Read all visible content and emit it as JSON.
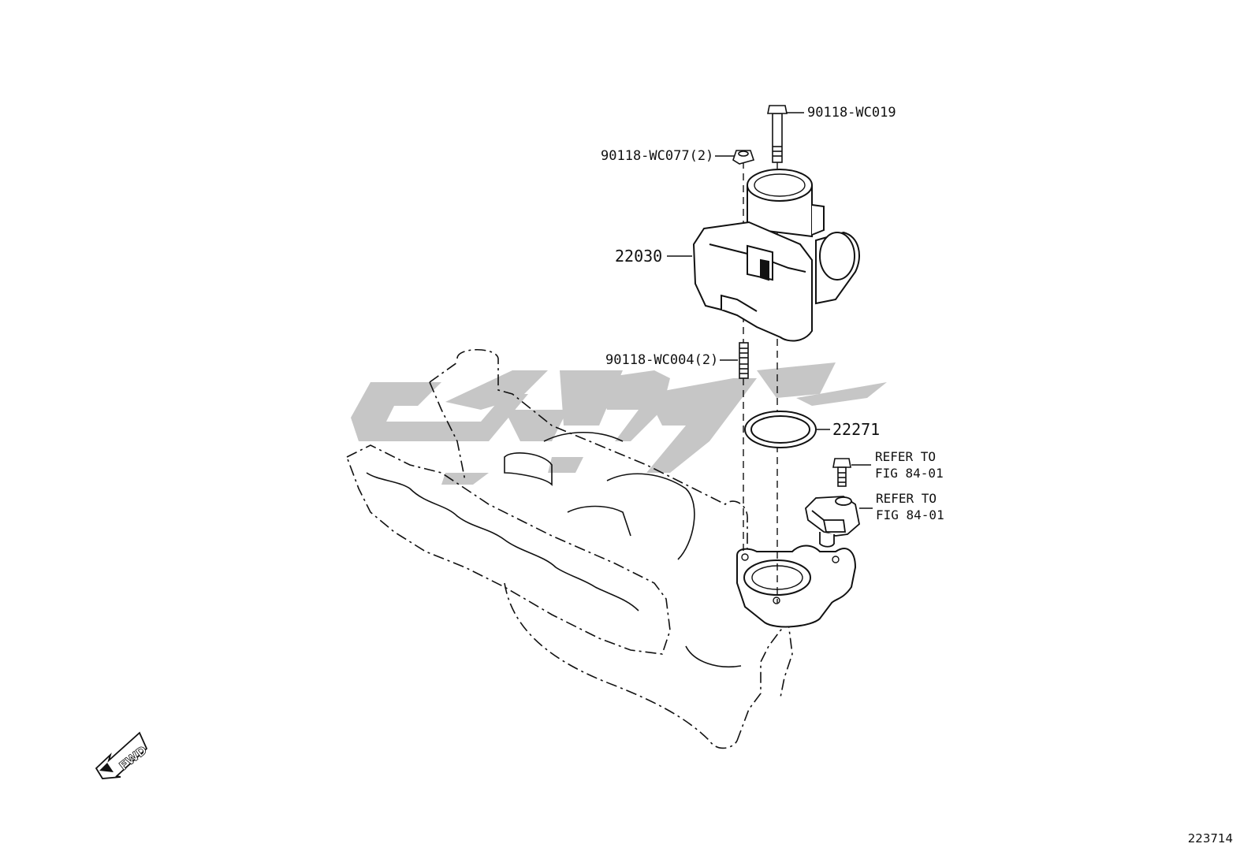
{
  "diagram": {
    "callouts": {
      "bolt_top": "90118-WC019",
      "nut": "90118-WC077(2)",
      "throttle_body": "22030",
      "stud": "90118-WC004(2)",
      "gasket": "22271",
      "ref_bolt_line1": "REFER TO",
      "ref_bolt_line2": "FIG 84-01",
      "ref_sensor_line1": "REFER TO",
      "ref_sensor_line2": "FIG 84-01"
    },
    "direction_badge": "FWD",
    "diagram_number": "223714",
    "watermark": {
      "color": "#c6c6c6"
    }
  }
}
